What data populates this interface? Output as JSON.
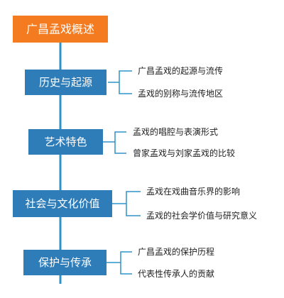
{
  "diagram": {
    "root": {
      "label": "广昌孟戏概述"
    },
    "sections": [
      {
        "label": "历史与起源",
        "leaves": [
          "广昌孟戏的起源与流传",
          "孟戏的别称与流传地区"
        ]
      },
      {
        "label": "艺术特色",
        "leaves": [
          "孟戏的唱腔与表演形式",
          "曾家孟戏与刘家孟戏的比较"
        ]
      },
      {
        "label": "社会与文化价值",
        "leaves": [
          "孟戏在戏曲音乐界的影响",
          "孟戏的社会学价值与研究意义"
        ]
      },
      {
        "label": "保护与传承",
        "leaves": [
          "广昌孟戏的保护历程",
          "代表性传承人的贡献"
        ]
      }
    ],
    "colors": {
      "root_fill": "#F47B20",
      "section_fill": "#2E7CB8",
      "connector": "#2E93C8",
      "leaf_text": "#222222"
    }
  }
}
